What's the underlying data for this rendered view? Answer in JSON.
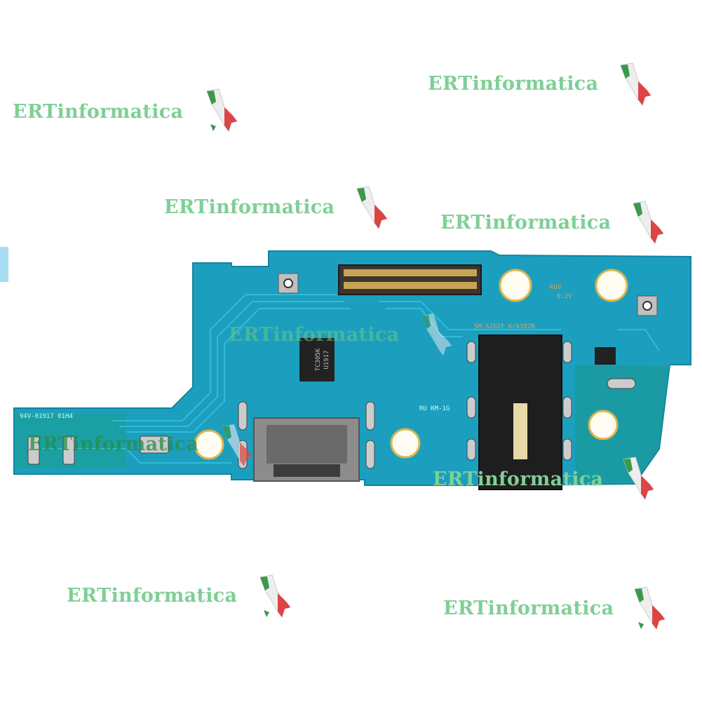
{
  "watermark": {
    "text": "ERTinformatica",
    "color": "#7fcf95"
  },
  "board": {
    "model_label": "SM-A202F_K/A102N",
    "label_kuv": "KUV",
    "label_voltage": "0.2V",
    "fr4_code": "94V-01917 01H4",
    "ul_mark": "RU KM-1G",
    "ic_marking_1": "TC305K",
    "ic_marking_2": "U1917",
    "pcb_color": "#1aa3c4",
    "trace_color": "#2bb4d4"
  }
}
